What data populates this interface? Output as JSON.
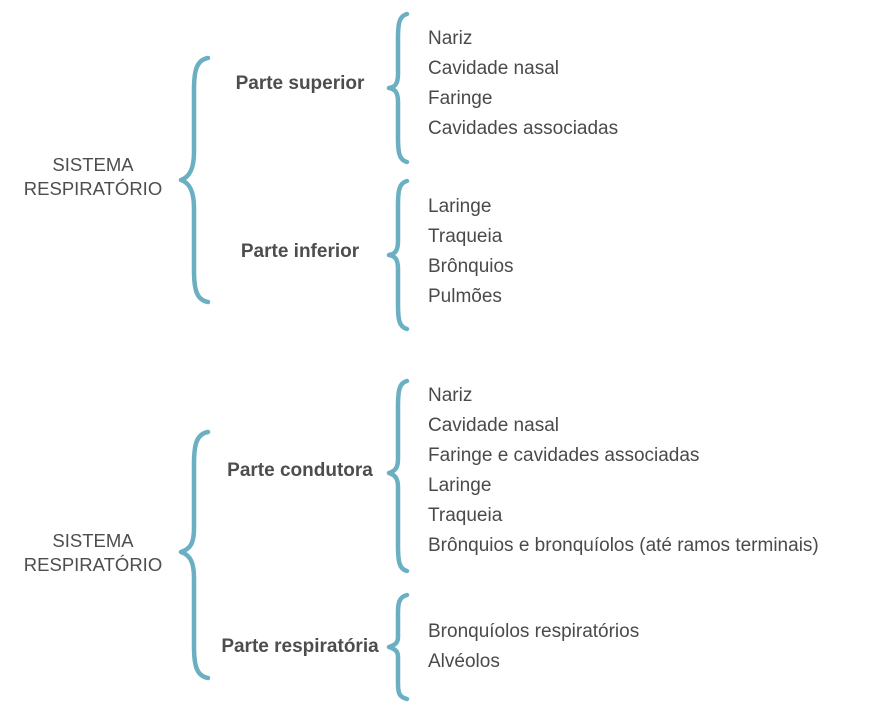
{
  "accent_color": "#6aafc2",
  "diagrams": [
    {
      "root_lines": [
        "SISTEMA",
        "RESPIRATÓRIO"
      ],
      "parts": [
        {
          "label": "Parte superior",
          "items": [
            "Nariz",
            "Cavidade nasal",
            "Faringe",
            "Cavidades associadas"
          ]
        },
        {
          "label": "Parte inferior",
          "items": [
            "Laringe",
            "Traqueia",
            "Brônquios",
            "Pulmões"
          ]
        }
      ]
    },
    {
      "root_lines": [
        "SISTEMA",
        "RESPIRATÓRIO"
      ],
      "parts": [
        {
          "label": "Parte condutora",
          "items": [
            "Nariz",
            "Cavidade nasal",
            "Faringe e cavidades associadas",
            "Laringe",
            "Traqueia",
            "Brônquios e bronquíolos (até ramos terminais)"
          ]
        },
        {
          "label": "Parte respiratória",
          "items": [
            "Bronquíolos respiratórios",
            "Alvéolos"
          ]
        }
      ]
    }
  ]
}
